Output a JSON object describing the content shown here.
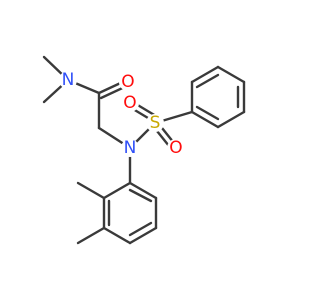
{
  "molecule": {
    "atoms": {
      "n_amide": {
        "symbol": "N"
      },
      "o_carbonyl": {
        "symbol": "O"
      },
      "n_sulfonamide": {
        "symbol": "N"
      },
      "s_sulfonyl": {
        "symbol": "S"
      },
      "o_sulfonyl_1": {
        "symbol": "O"
      },
      "o_sulfonyl_2": {
        "symbol": "O"
      }
    },
    "colors": {
      "bond": "#3a3a3a",
      "nitrogen": "#3050f8",
      "oxygen": "#ff0d0d",
      "sulfur": "#c8a800"
    }
  }
}
